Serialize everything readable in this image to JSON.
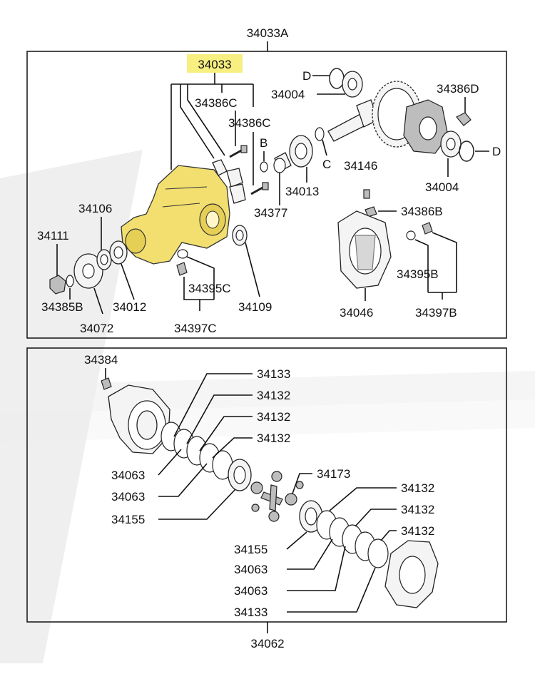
{
  "colors": {
    "highlight": "#f7ef80",
    "housing": "#f2df70",
    "line": "#111111",
    "watermark": "#eeeeee"
  },
  "assemblies": {
    "top": "34033A",
    "bottom": "34062"
  },
  "top_panel": {
    "highlighted": "34033",
    "labels": {
      "c1": "34386C",
      "c2": "34386C",
      "d1": "D",
      "d2": "D",
      "p34004a": "34004",
      "p34004b": "34004",
      "p34386d": "34386D",
      "b": "B",
      "c": "C",
      "p34146": "34146",
      "p34013": "34013",
      "p34377": "34377",
      "p34106": "34106",
      "p34111": "34111",
      "p34386b": "34386B",
      "p34395b": "34395B",
      "p34385b": "34385B",
      "p34012": "34012",
      "p34072": "34072",
      "p34395c": "34395C",
      "p34109": "34109",
      "p34046": "34046",
      "p34397b": "34397B",
      "p34397c": "34397C"
    }
  },
  "bottom_panel": {
    "labels": {
      "p34384": "34384",
      "p34133a": "34133",
      "p34132a": "34132",
      "p34132b": "34132",
      "p34132c": "34132",
      "p34063a": "34063",
      "p34063b": "34063",
      "p34155a": "34155",
      "p34173": "34173",
      "p34132d": "34132",
      "p34132e": "34132",
      "p34132f": "34132",
      "p34155b": "34155",
      "p34063c": "34063",
      "p34063d": "34063",
      "p34133b": "34133"
    }
  }
}
